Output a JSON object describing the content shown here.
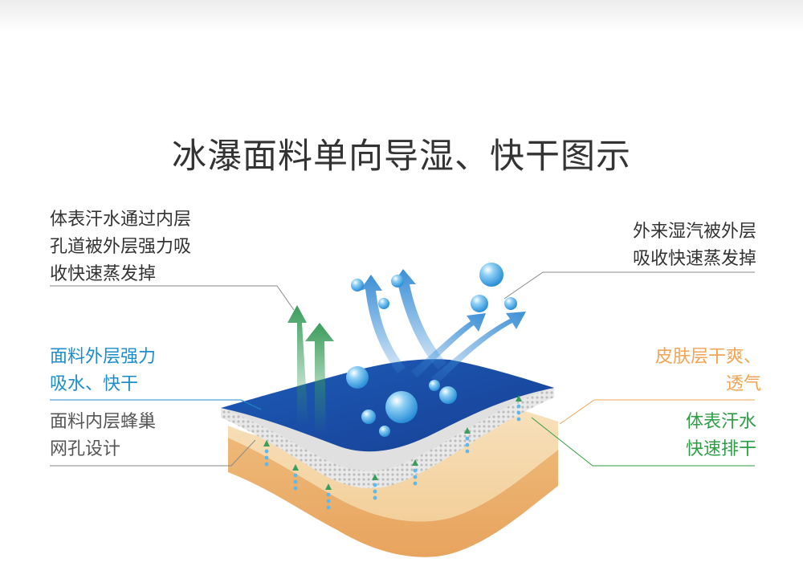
{
  "title": "冰瀑面料单向导湿、快干图示",
  "labels": {
    "sweat_evaporate": "体表汗水通过内层\n孔道被外层强力吸\n收快速蒸发掉",
    "outer_layer": "面料外层强力\n吸水、快干",
    "inner_layer": "面料内层蜂巢\n网孔设计",
    "external_vapor": "外来湿汽被外层\n吸收快速蒸发掉",
    "skin_dry": "皮肤层干爽、\n透气",
    "sweat_dry": "体表汗水\n快速排干"
  },
  "colors": {
    "outer_blue": "#1f8dc9",
    "skin_orange": "#f0a455",
    "sweat_green": "#2e9e46",
    "fabric_blue": "#1e4fa8",
    "arrow_green": "#3a9d5c",
    "arrow_blue": "#3c8fd6",
    "skin_tone": "#f5d6a8"
  }
}
